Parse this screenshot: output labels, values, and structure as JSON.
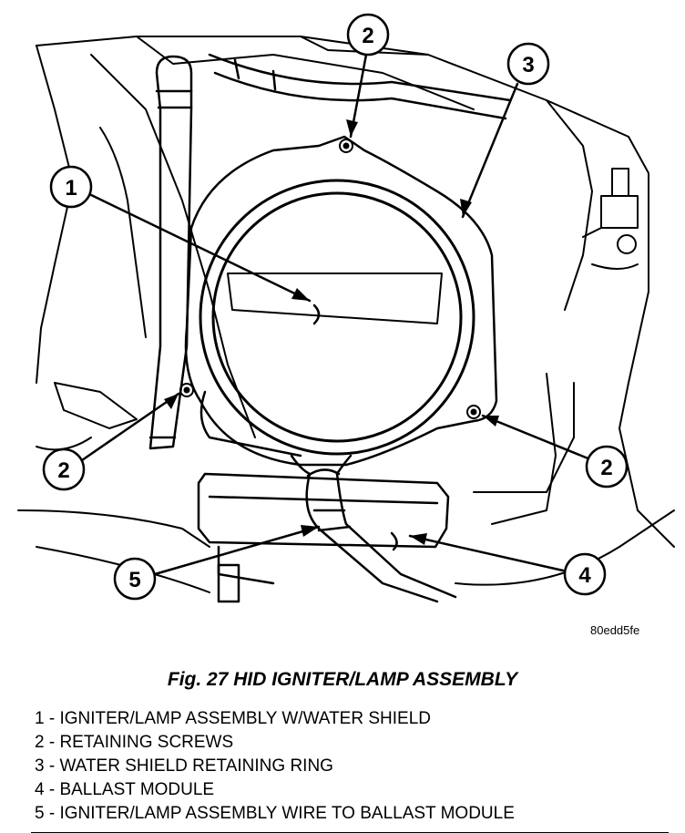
{
  "figure": {
    "code": "80edd5fe",
    "title": "Fig. 27 HID IGNITER/LAMP ASSEMBLY"
  },
  "callouts": {
    "c1": "1",
    "c2a": "2",
    "c2b": "2",
    "c2c": "2",
    "c3": "3",
    "c4": "4",
    "c5": "5"
  },
  "legend": [
    "1 - IGNITER/LAMP ASSEMBLY W/WATER SHIELD",
    "2 - RETAINING SCREWS",
    "3 - WATER SHIELD RETAINING RING",
    "4 - BALLAST MODULE",
    "5 - IGNITER/LAMP ASSEMBLY WIRE TO BALLAST MODULE"
  ],
  "colors": {
    "ink": "#000000",
    "paper": "#ffffff"
  }
}
